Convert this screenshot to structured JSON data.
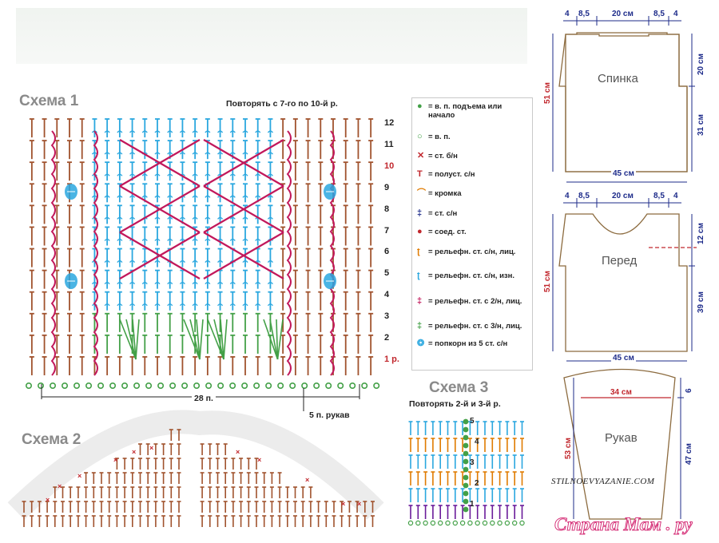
{
  "scheme1": {
    "title": "Схема 1",
    "repeat_note": "Повторять с 7-го по 10-й р.",
    "row_numbers": [
      "12",
      "11",
      "10",
      "9",
      "8",
      "7",
      "6",
      "5",
      "4",
      "3",
      "2",
      "1 р."
    ],
    "count_label": "28 п.",
    "sleeve_label": "5 п. рукав"
  },
  "legend": [
    {
      "icon": "green-dot-icon",
      "text": "= в. п. подъема или начало"
    },
    {
      "icon": "ring-icon",
      "text": "= в. п."
    },
    {
      "icon": "cross-icon",
      "text": "= ст. б/н"
    },
    {
      "icon": "half-dc-icon",
      "text": "= полуст. с/н"
    },
    {
      "icon": "edge-icon",
      "text": "= кромка"
    },
    {
      "icon": "dc-icon",
      "text": "= ст. с/н"
    },
    {
      "icon": "slip-stitch-icon",
      "text": "= соед. ст."
    },
    {
      "icon": "front-post-dc-icon",
      "text": "= рельефн. ст. с/н, лиц."
    },
    {
      "icon": "back-post-dc-icon",
      "text": "= рельефн. ст. с/н, изн."
    },
    {
      "icon": "front-post-dc2-icon",
      "text": "= рельефн. ст. с 2/н, лиц."
    },
    {
      "icon": "front-post-dc3-icon",
      "text": "= рельефн. ст. с 3/н, лиц."
    },
    {
      "icon": "popcorn-icon",
      "text": "= попкорн из 5 ст. с/н"
    }
  ],
  "scheme2": {
    "title": "Схема 2"
  },
  "scheme3": {
    "title": "Схема 3",
    "repeat_note": "Повторять 2-й и 3-й р.",
    "row_numbers": [
      "5",
      "4",
      "3",
      "2",
      "1"
    ]
  },
  "patterns": {
    "back": {
      "name": "Спинка",
      "top_dims": [
        "4",
        "8,5",
        "20 см",
        "8,5",
        "4"
      ],
      "height": "51 см",
      "upper": "20 см",
      "lower": "31 см",
      "width": "45 см"
    },
    "front": {
      "name": "Перед",
      "top_dims": [
        "4",
        "8,5",
        "20 см",
        "8,5",
        "4"
      ],
      "height": "51 см",
      "upper": "12 см",
      "lower": "39 см",
      "width": "45 см"
    },
    "sleeve": {
      "name": "Рукав",
      "top": "34 см",
      "height": "53 см",
      "upper": "6",
      "lower": "47 см"
    }
  },
  "watermark": {
    "site": "STILNOEVYAZANIE.COM",
    "brand": "Страна Мам . ру"
  },
  "colors": {
    "red": "#c1272d",
    "blue": "#2aa7df",
    "magenta": "#c2185b",
    "green": "#43a047",
    "navy": "#1d2b8a",
    "brown": "#a0522d"
  }
}
